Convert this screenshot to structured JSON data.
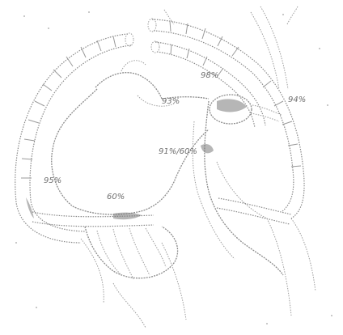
{
  "labels": {
    "graft_aorta_target": "93%",
    "graft_upper_right_a": "98%",
    "graft_upper_right_b": "94%",
    "mid_vessel": "91%/60%",
    "left_graft": "95%",
    "bottom_vessel": "60%"
  }
}
